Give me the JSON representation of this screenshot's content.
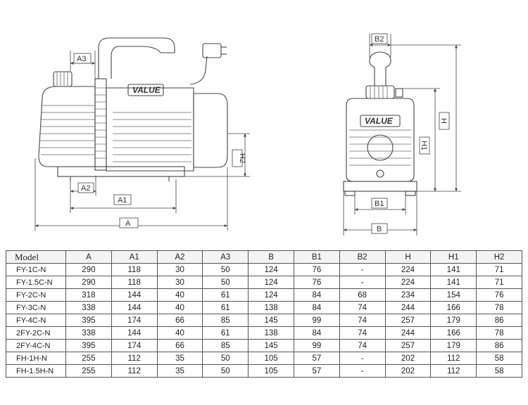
{
  "drawing": {
    "brand_logo": "VALUE",
    "dimension_labels": {
      "A": "A",
      "A1": "A1",
      "A2": "A2",
      "A3": "A3",
      "B": "B",
      "B1": "B1",
      "B2": "B2",
      "H": "H",
      "H1": "H1",
      "H2": "H2"
    }
  },
  "table": {
    "headers": [
      "Model",
      "A",
      "A1",
      "A2",
      "A3",
      "B",
      "B1",
      "B2",
      "H",
      "H1",
      "H2"
    ],
    "rows": [
      [
        "FY-1C-N",
        "290",
        "118",
        "30",
        "50",
        "124",
        "76",
        "-",
        "224",
        "141",
        "71"
      ],
      [
        "FY-1.5C-N",
        "290",
        "118",
        "30",
        "50",
        "124",
        "76",
        "-",
        "224",
        "141",
        "71"
      ],
      [
        "FY-2C-N",
        "318",
        "144",
        "40",
        "61",
        "124",
        "84",
        "68",
        "234",
        "154",
        "76"
      ],
      [
        "FY-3C-N",
        "338",
        "144",
        "40",
        "61",
        "138",
        "84",
        "74",
        "244",
        "166",
        "78"
      ],
      [
        "FY-4C-N",
        "395",
        "174",
        "66",
        "85",
        "145",
        "99",
        "74",
        "257",
        "179",
        "86"
      ],
      [
        "2FY-2C-N",
        "338",
        "144",
        "40",
        "61",
        "138",
        "84",
        "74",
        "244",
        "166",
        "78"
      ],
      [
        "2FY-4C-N",
        "395",
        "174",
        "66",
        "85",
        "145",
        "99",
        "74",
        "257",
        "179",
        "86"
      ],
      [
        "FH-1H-N",
        "255",
        "112",
        "35",
        "50",
        "105",
        "57",
        "-",
        "202",
        "112",
        "58"
      ],
      [
        "FH-1.5H-N",
        "255",
        "112",
        "35",
        "50",
        "105",
        "57",
        "-",
        "202",
        "112",
        "58"
      ]
    ]
  }
}
